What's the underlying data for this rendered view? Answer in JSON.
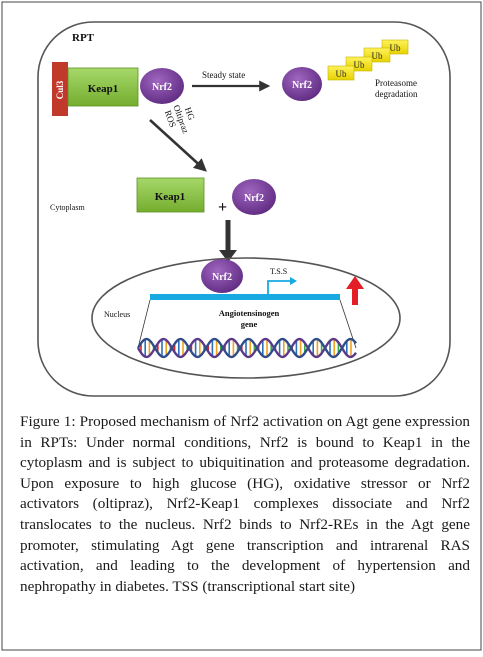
{
  "diagram": {
    "cell_label": "RPT",
    "cul3": "Cul3",
    "keap1_top": "Keap1",
    "nrf2_top": "Nrf2",
    "steady_state": "Steady state",
    "nrf2_right": "Nrf2",
    "ub_labels": [
      "Ub",
      "Ub",
      "Ub",
      "Ub"
    ],
    "proteasome_line1": "Proteasome",
    "proteasome_line2": "degradation",
    "stimuli": [
      "HG",
      "Oltipraz",
      "ROS"
    ],
    "cytoplasm": "Cytoplasm",
    "keap1_mid": "Keap1",
    "plus": "+",
    "nrf2_mid": "Nrf2",
    "nucleus": "Nucleus",
    "nrf2_nucleus": "Nrf2",
    "tss": "T.S.S",
    "gene_line1": "Angiotensinogen",
    "gene_line2": "gene",
    "colors": {
      "keap1": "#8dc63f",
      "nrf2": "#7b3f98",
      "cul3": "#c0392b",
      "ub": "#f5e600",
      "dna_bar": "#17a9e0",
      "up_arrow": "#e41e26",
      "arrow": "#333333"
    }
  },
  "caption": {
    "label": "Figure 1:",
    "text": "Proposed mechanism of Nrf2 activation on Agt gene expression in RPTs: Under normal conditions, Nrf2 is bound to Keap1 in the cytoplasm and is subject to ubiquitination and proteasome degradation. Upon exposure to high glucose (HG), oxidative stressor or Nrf2 activators (oltipraz), Nrf2-Keap1 complexes dissociate and Nrf2 translocates to the nucleus. Nrf2 binds to Nrf2-REs in the Agt gene promoter, stimulating Agt gene transcription and intrarenal RAS activation, and leading to the development of hypertension and nephropathy in diabetes. TSS (transcriptional start site)"
  }
}
